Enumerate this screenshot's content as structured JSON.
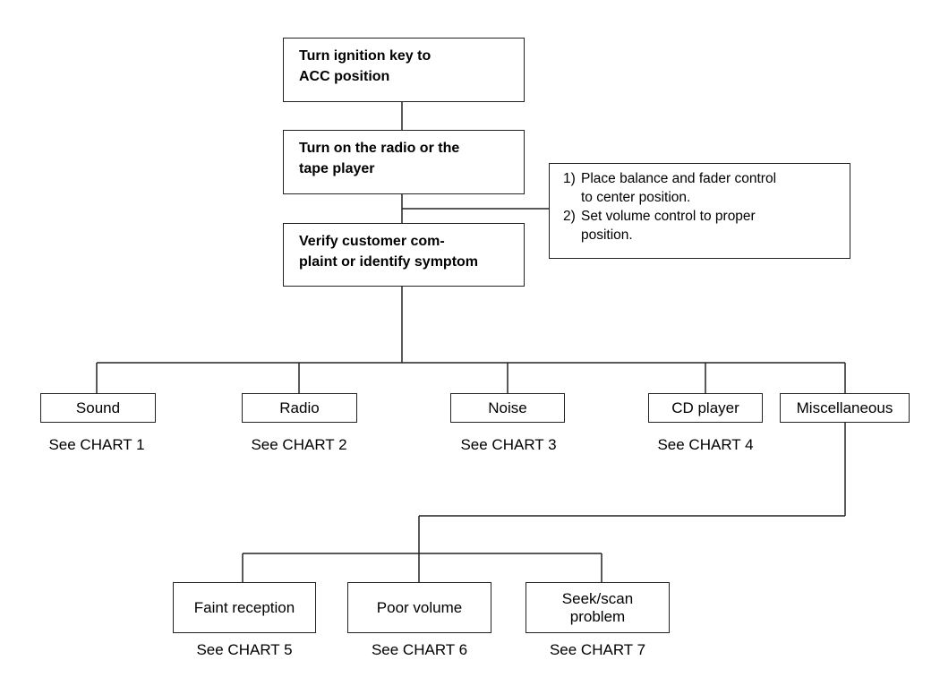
{
  "steps": {
    "ignition": [
      "Turn ignition key to",
      "ACC position"
    ],
    "radio_on": [
      "Turn on the radio or the",
      "tape player"
    ],
    "verify": [
      "Verify customer com-",
      "plaint  or identify symptom"
    ]
  },
  "note": [
    {
      "num": "1)",
      "text": [
        "Place balance and fader control",
        "to center position."
      ]
    },
    {
      "num": "2)",
      "text": [
        "Set volume control to proper",
        "position."
      ]
    }
  ],
  "categories": [
    {
      "label": [
        "Sound"
      ],
      "ref": "See CHART 1"
    },
    {
      "label": [
        "Radio"
      ],
      "ref": "See CHART 2"
    },
    {
      "label": [
        "Noise"
      ],
      "ref": "See CHART 3"
    },
    {
      "label": [
        "CD player"
      ],
      "ref": "See CHART 4"
    },
    {
      "label": [
        "Miscellaneous"
      ],
      "ref": ""
    }
  ],
  "misc": [
    {
      "label": [
        "Faint reception"
      ],
      "ref": "See CHART 5"
    },
    {
      "label": [
        "Poor volume"
      ],
      "ref": "See CHART 6"
    },
    {
      "label": [
        "Seek/scan",
        "problem"
      ],
      "ref": "See CHART 7"
    }
  ]
}
